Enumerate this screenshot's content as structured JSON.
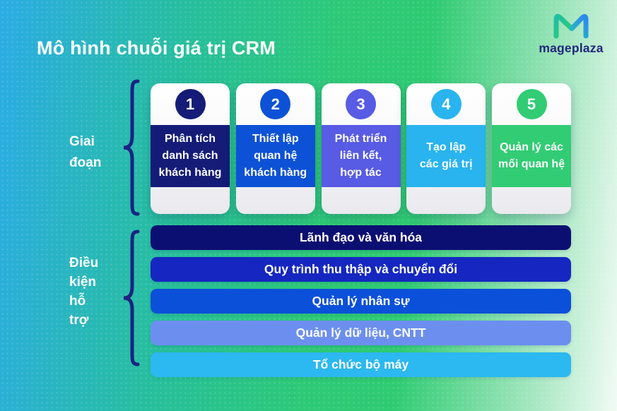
{
  "header": {
    "title": "Mô hình chuỗi giá trị CRM"
  },
  "brand": {
    "wordmark": "mageplaza",
    "wordmark_color": "#23277D",
    "logo_teal": "#1FBFA5",
    "logo_green": "#2FCB72",
    "logo_blue": "#2E86F0"
  },
  "background": {
    "gradient_left": "#2BACE5",
    "gradient_mid": "#2DC977",
    "gradient_right": "#F2FBF5"
  },
  "row_labels": {
    "stages": "Giai\nđoạn",
    "conditions": "Điều\nkiện\nhỗ\ntrợ",
    "brace_color": "#1A2382",
    "text_color": "#FFFFFF"
  },
  "stages": [
    {
      "number": "1",
      "label": "Phân tích\ndanh sách\nkhách hàng",
      "color": "#141C78"
    },
    {
      "number": "2",
      "label": "Thiết lập\nquan hệ\nkhách hàng",
      "color": "#0D52D6"
    },
    {
      "number": "3",
      "label": "Phát triển\nliên kết,\nhợp tác",
      "color": "#585BE3"
    },
    {
      "number": "4",
      "label": "Tạo lập\ncác giá trị",
      "color": "#29B4EF"
    },
    {
      "number": "5",
      "label": "Quản lý các\nmối quan hệ",
      "color": "#32CC74"
    }
  ],
  "conditions": [
    {
      "label": "Lãnh đạo và văn hóa",
      "color": "#0C0F72"
    },
    {
      "label": "Quy trình thu thập và chuyển đổi",
      "color": "#1527C0"
    },
    {
      "label": "Quản lý nhân sự",
      "color": "#0B50D8"
    },
    {
      "label": "Quản lý dữ liệu, CNTT",
      "color": "#6C8FEF"
    },
    {
      "label": "Tổ chức bộ máy",
      "color": "#2CB8F0"
    }
  ]
}
